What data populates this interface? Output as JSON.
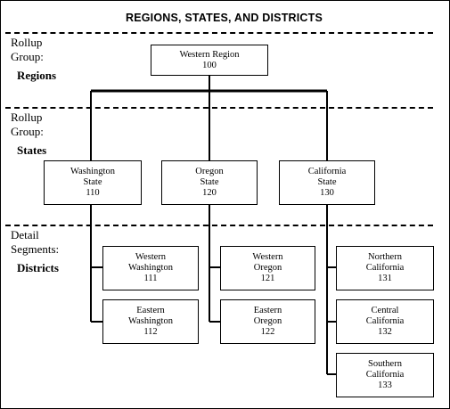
{
  "title": "REGIONS, STATES, AND DISTRICTS",
  "bands": [
    {
      "label": "Rollup\nGroup:",
      "group": "Regions"
    },
    {
      "label": "Rollup\nGroup:",
      "group": "States"
    },
    {
      "label": "Detail\nSegments:",
      "group": "Districts"
    }
  ],
  "nodes": {
    "region": {
      "line1": "Western Region",
      "line2": "",
      "code": "100"
    },
    "wa": {
      "line1": "Washington",
      "line2": "State",
      "code": "110"
    },
    "or": {
      "line1": "Oregon",
      "line2": "State",
      "code": "120"
    },
    "ca": {
      "line1": "California",
      "line2": "State",
      "code": "130"
    },
    "w_wa": {
      "line1": "Western",
      "line2": "Washington",
      "code": "111"
    },
    "e_wa": {
      "line1": "Eastern",
      "line2": "Washington",
      "code": "112"
    },
    "w_or": {
      "line1": "Western",
      "line2": "Oregon",
      "code": "121"
    },
    "e_or": {
      "line1": "Eastern",
      "line2": "Oregon",
      "code": "122"
    },
    "n_ca": {
      "line1": "Northern",
      "line2": "California",
      "code": "131"
    },
    "c_ca": {
      "line1": "Central",
      "line2": "California",
      "code": "132"
    },
    "s_ca": {
      "line1": "Southern",
      "line2": "California",
      "code": "133"
    }
  }
}
